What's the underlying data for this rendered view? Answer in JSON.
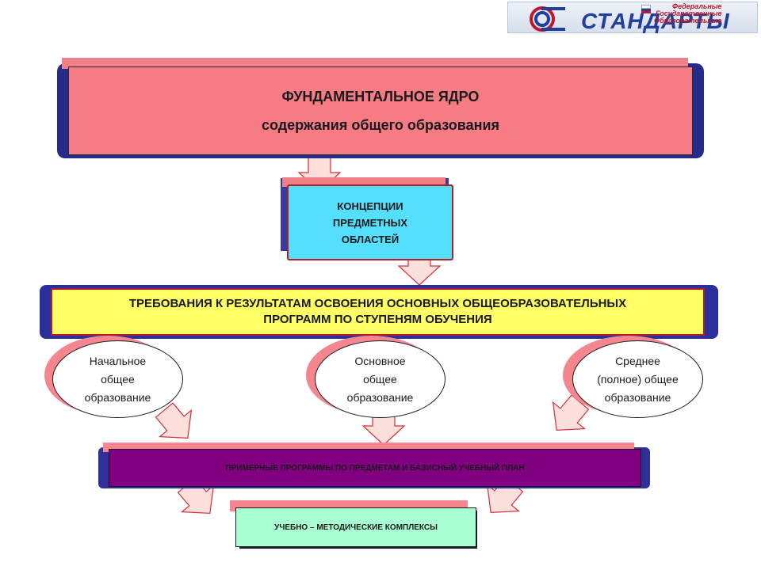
{
  "logo": {
    "text": "СТАНДАРТЫ",
    "small_lines": [
      "Федеральные",
      "Государственные",
      "Образовательные"
    ]
  },
  "core": {
    "title": "ФУНДАМЕНТАЛЬНОЕ ЯДРО",
    "subtitle": "содержания общего образования"
  },
  "concepts": {
    "line1": "КОНЦЕПЦИИ",
    "line2": "ПРЕДМЕТНЫХ",
    "line3": "ОБЛАСТЕЙ"
  },
  "requirements": {
    "line1": "ТРЕБОВАНИЯ К РЕЗУЛЬТАТАМ ОСВОЕНИЯ ОСНОВНЫХ ОБЩЕОБРАЗОВАТЕЛЬНЫХ",
    "line2": "ПРОГРАММ ПО СТУПЕНЯМ ОБУЧЕНИЯ"
  },
  "levels": [
    {
      "line1": "Начальное",
      "line2": "общее",
      "line3": "образование"
    },
    {
      "line1": "Основное",
      "line2": "общее",
      "line3": "образование"
    },
    {
      "line1": "Среднее",
      "line2": "(полное) общее",
      "line3": "образование"
    }
  ],
  "programs": {
    "label": "ПРИМЕРНЫЕ ПРОГРАММЫ ПО ПРЕДМЕТАМ И БАЗИСНЫЙ УЧЕБНЫЙ ПЛАН"
  },
  "complexes": {
    "label": "УЧЕБНО – МЕТОДИЧЕСКИЕ КОМПЛЕКСЫ"
  },
  "colors": {
    "core": "#f67b85",
    "concepts": "#55dfff",
    "requirements": "#ffff66",
    "programs": "#800080",
    "complexes": "#a8ffd2",
    "frame": "#2a2f9a",
    "shadow_pink": "#f58690",
    "arrow_fill": "#fde0dc",
    "arrow_stroke": "#d62e3a"
  }
}
